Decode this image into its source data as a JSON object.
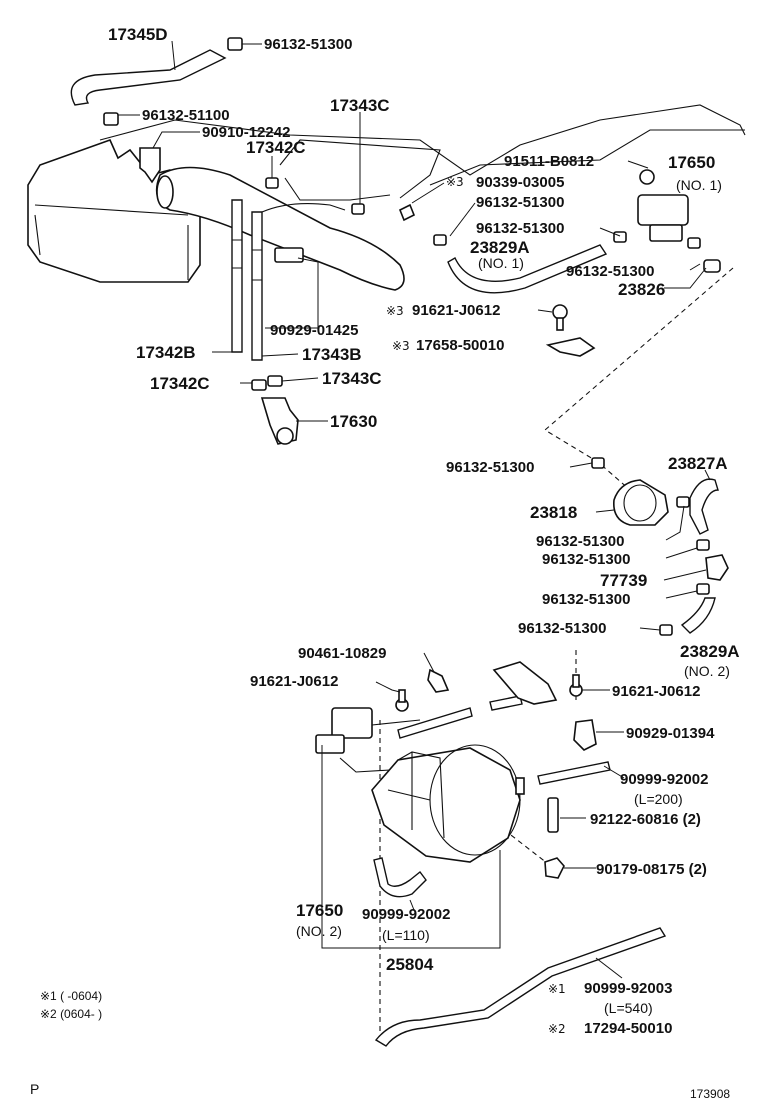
{
  "labels": {
    "l17345D": "17345D",
    "l96132_51300_a": "96132-51300",
    "l96132_51100": "96132-51100",
    "l90910_12242": "90910-12242",
    "l17343C_top": "17343C",
    "l17342C_top": "17342C",
    "l91511_B0812": "91511-B0812",
    "l17650_1": "17650",
    "lNO1_a": "(NO. 1)",
    "l90339_03005": "90339-03005",
    "l96132_51300_b": "96132-51300",
    "l96132_51300_c": "96132-51300",
    "l23829A_1": "23829A",
    "lNO1_b": "(NO. 1)",
    "l96132_51300_d": "96132-51300",
    "l23826": "23826",
    "l91621_J0612_a": "91621-J0612",
    "l90929_01425": "90929-01425",
    "l17658_50010": "17658-50010",
    "l17342B": "17342B",
    "l17343B": "17343B",
    "l17342C_low": "17342C",
    "l17343C_low": "17343C",
    "l17630": "17630",
    "l96132_51300_e": "96132-51300",
    "l23827A": "23827A",
    "l23818": "23818",
    "l96132_51300_f": "96132-51300",
    "l96132_51300_g": "96132-51300",
    "l77739": "77739",
    "l96132_51300_h": "96132-51300",
    "l96132_51300_i": "96132-51300",
    "l23829A_2": "23829A",
    "lNO2_a": "(NO. 2)",
    "l90461_10829": "90461-10829",
    "l91621_J0612_b": "91621-J0612",
    "l91621_J0612_c": "91621-J0612",
    "l90929_01394": "90929-01394",
    "l90999_92002_a": "90999-92002",
    "lL200": "(L=200)",
    "l92122_60816": "92122-60816 (2)",
    "l90179_08175": "90179-08175 (2)",
    "l17650_2": "17650",
    "lNO2_b": "(NO. 2)",
    "l90999_92002_b": "90999-92002",
    "lL110": "(L=110)",
    "l25804": "25804",
    "l90999_92003": "90999-92003",
    "lL540": "(L=540)",
    "l17294_50010": "17294-50010",
    "footnote1": "※1 (       -0604)",
    "footnote2": "※2 (0604-        )",
    "mark3_a": "※3",
    "mark3_b": "※3",
    "mark3_c": "※3",
    "mark1": "※1",
    "mark2": "※2",
    "page_letter": "P",
    "figure_number": "173908"
  }
}
